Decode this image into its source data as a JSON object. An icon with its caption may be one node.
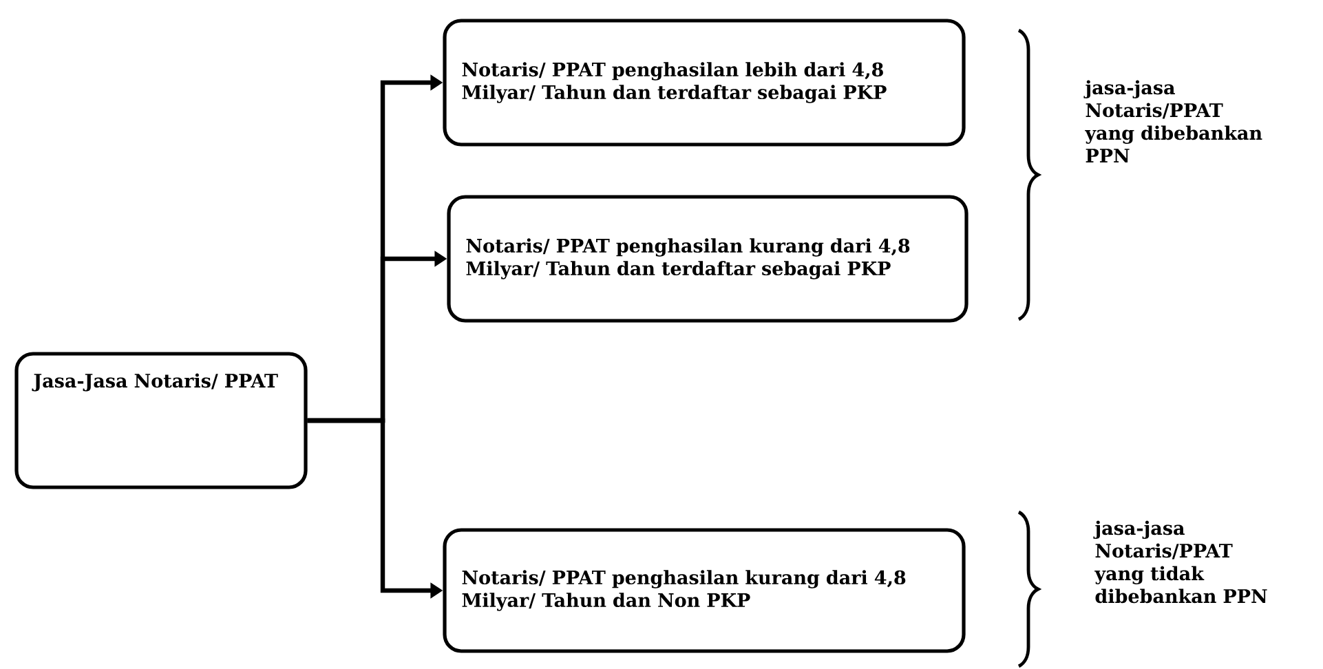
{
  "diagram": {
    "nodes": [
      {
        "text": [
          "Jasa-Jasa Notaris/ PPAT"
        ]
      },
      {
        "text": [
          "Notaris/ PPAT penghasilan lebih dari 4,8 Milyar/ Tahun dan terdaftar sebagai PKP"
        ]
      },
      {
        "text": [
          "Notaris/ PPAT penghasilan kurang dari 4,8 Milyar/ Tahun dan terdaftar sebagai PKP"
        ]
      },
      {
        "text": [
          "Notaris/ PPAT penghasilan kurang dari 4,8 Milyar/ Tahun dan Non PKP"
        ]
      }
    ],
    "edges": [
      {
        "from": 0,
        "to": 1,
        "arrow": "to"
      },
      {
        "from": 0,
        "to": 2,
        "arrow": "to"
      },
      {
        "from": 0,
        "to": 3,
        "arrow": "to"
      }
    ],
    "labels": [
      "jasa-jasa Notaris/PPAT yang dibebankan PPN",
      "jasa-jasa Notaris/PPAT yang tidak dibebankan PPN"
    ]
  }
}
